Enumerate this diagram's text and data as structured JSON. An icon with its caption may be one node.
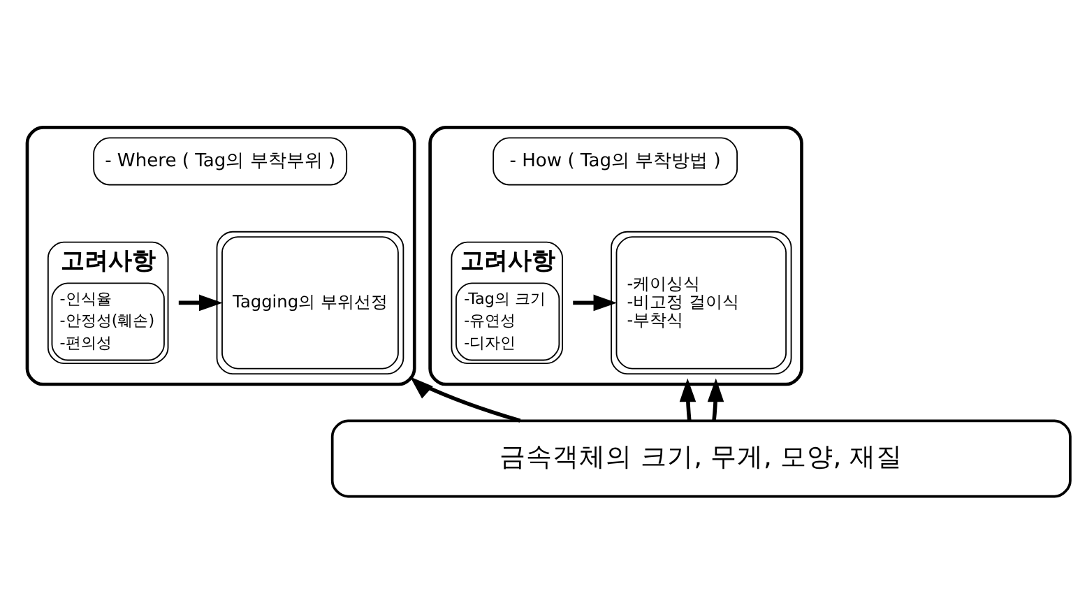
{
  "diagram": {
    "nodes": [
      {
        "text": [],
        "shape": "box"
      },
      {
        "text": [
          "- Where ( Tag의 부착부위 )"
        ],
        "in": 0
      },
      {
        "text": [
          "고려사항",
          "-인식율",
          "-안정성(훼손)",
          "-편의성"
        ],
        "in": 0
      },
      {
        "text": [
          "Tagging의 부위선정"
        ],
        "in": 0
      },
      {
        "text": [],
        "shape": "box"
      },
      {
        "text": [
          "- How ( Tag의 부착방법 )"
        ],
        "in": 4
      },
      {
        "text": [
          "고려사항",
          "-Tag의 크기",
          "-유연성",
          "-디자인"
        ],
        "in": 4
      },
      {
        "text": [
          "-케이싱식",
          "-비고정 걸이식",
          "-부착식"
        ],
        "in": 4
      },
      {
        "text": [
          "금속객체의 크기, 무게, 모양, 재질"
        ]
      }
    ],
    "edges": [
      {
        "from": 2,
        "to": 3,
        "arrow": "to"
      },
      {
        "from": 6,
        "to": 7,
        "arrow": "to"
      },
      {
        "from": 8,
        "to": 0,
        "arrow": "to"
      },
      {
        "from": 8,
        "to": 4,
        "arrow": "to"
      },
      {
        "from": 8,
        "to": 4,
        "arrow": "to"
      }
    ]
  }
}
